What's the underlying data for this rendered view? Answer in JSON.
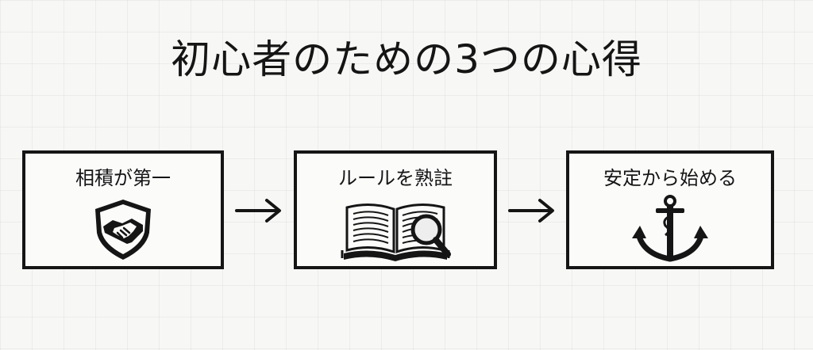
{
  "title": "初心者のための3つの心得",
  "steps": [
    {
      "label": "相積が第一",
      "icon": "handshake-shield-icon"
    },
    {
      "label": "ルールを熟註",
      "icon": "book-magnifier-icon"
    },
    {
      "label": "安定から始める",
      "icon": "anchor-icon"
    }
  ],
  "colors": {
    "ink": "#151515",
    "background": "#f7f7f5"
  }
}
